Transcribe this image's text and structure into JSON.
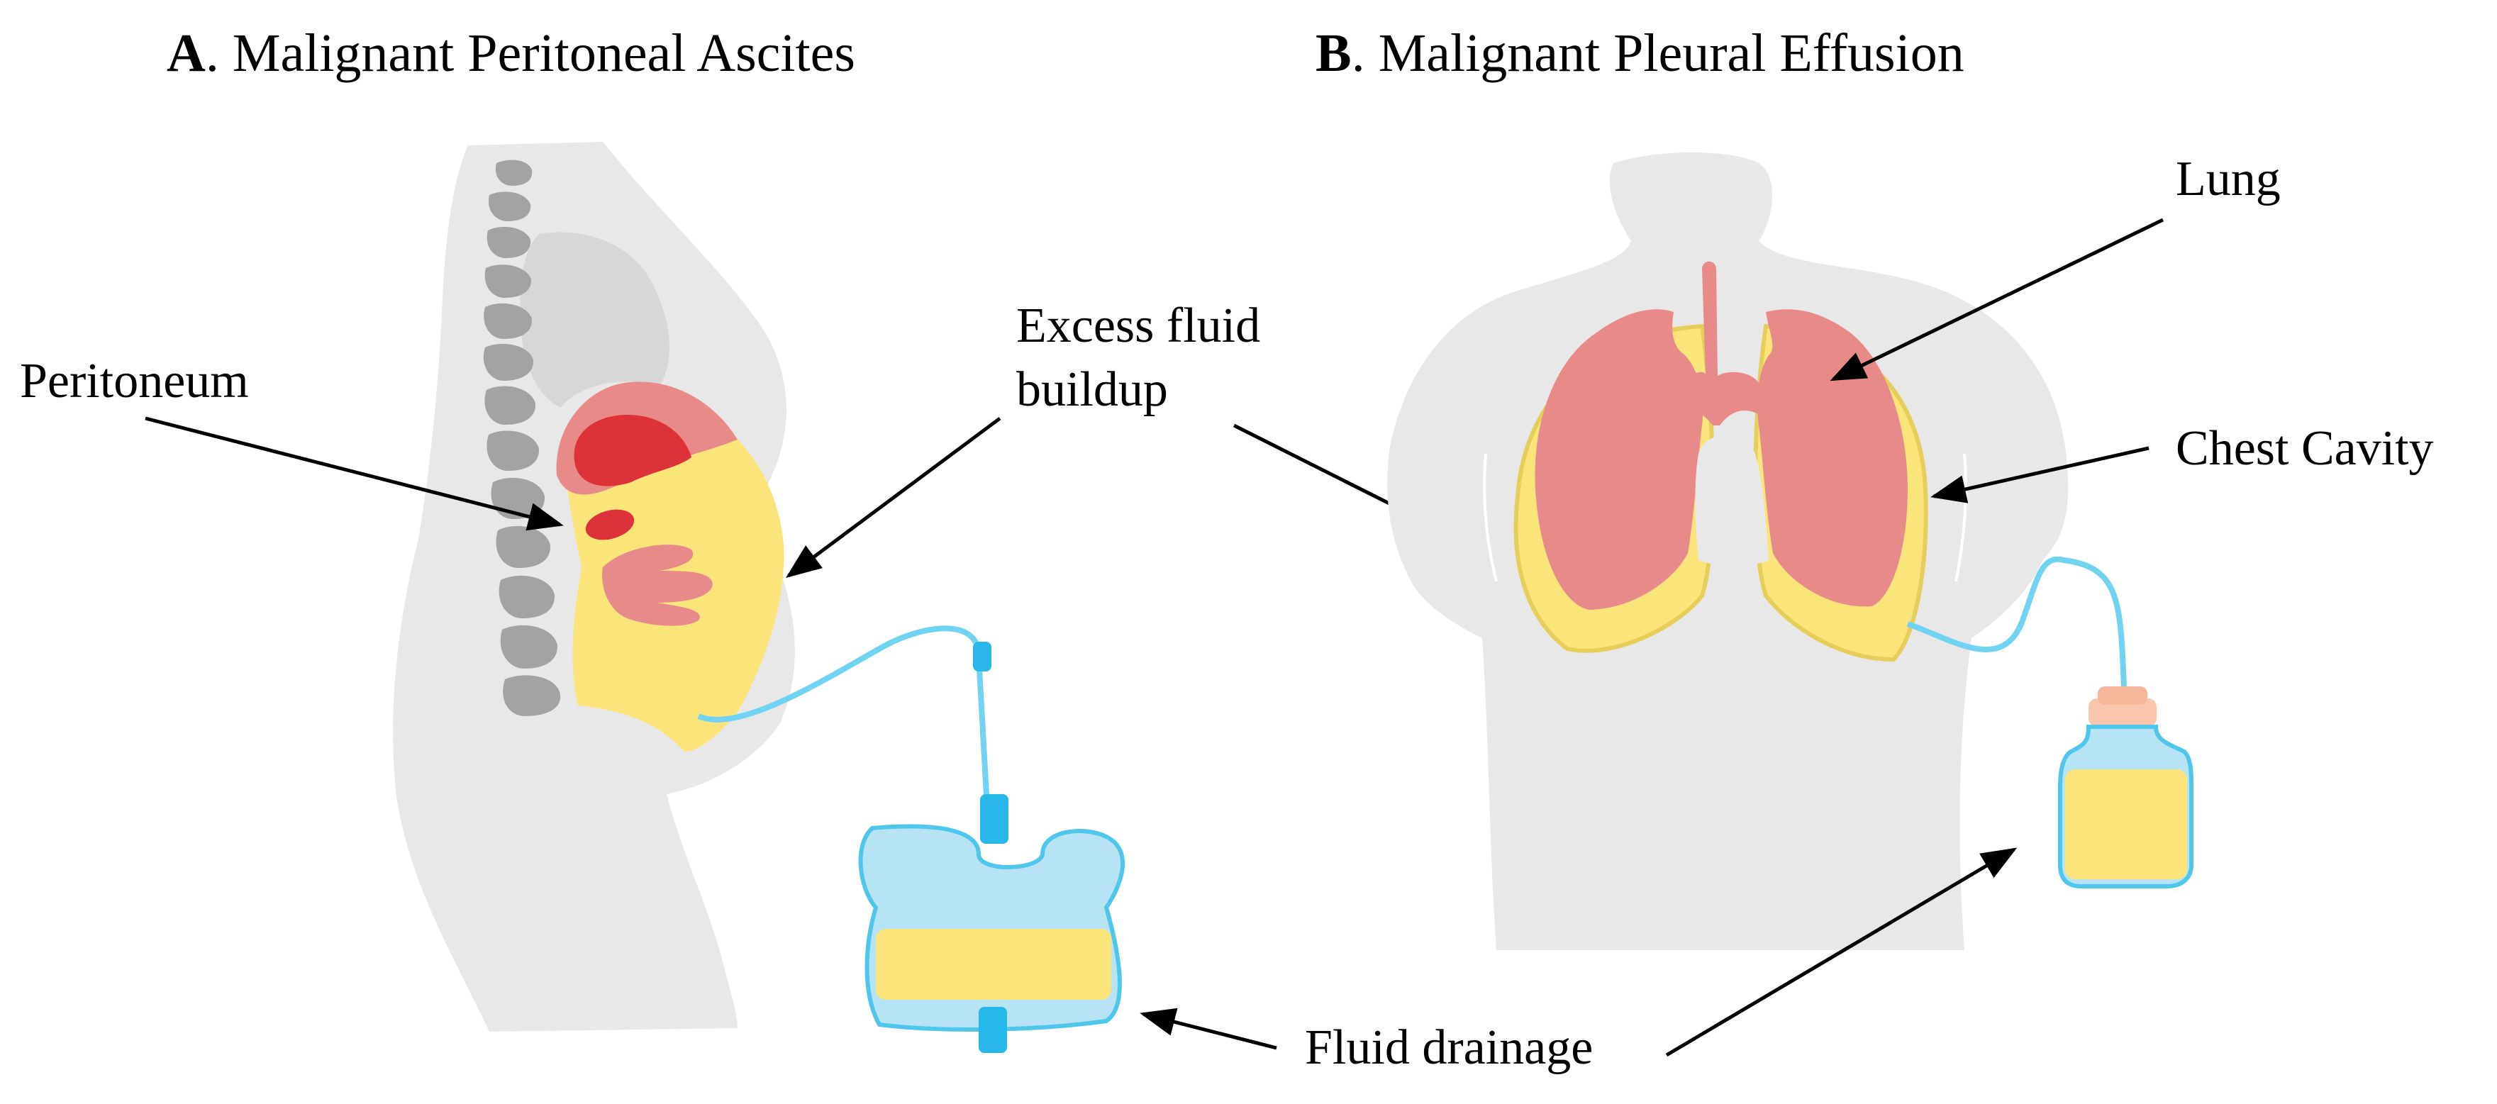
{
  "panel_a": {
    "letter": "A",
    "title": ". Malignant Peritoneal Ascites"
  },
  "panel_b": {
    "letter": "B",
    "title": ". Malignant Pleural Effusion"
  },
  "labels": {
    "peritoneum": "Peritoneum",
    "excess_fluid_line1": "Excess fluid",
    "excess_fluid_line2": "buildup",
    "lung": "Lung",
    "chest_cavity": "Chest Cavity",
    "fluid_drainage": "Fluid drainage"
  },
  "colors": {
    "body_gray": "#e8e8e8",
    "inner_gray": "#d7d7d7",
    "spine_gray": "#a3a3a3",
    "fluid_yellow": "#fbe57b",
    "fluid_outline": "#e5cf5a",
    "organ_pink": "#e98a8a",
    "organ_red": "#dd3238",
    "tube_blue": "#6fd3f1",
    "bag_blue": "#b7e4f4",
    "bag_outline": "#4fc6ec",
    "cap_peach": "#f8b79b"
  }
}
